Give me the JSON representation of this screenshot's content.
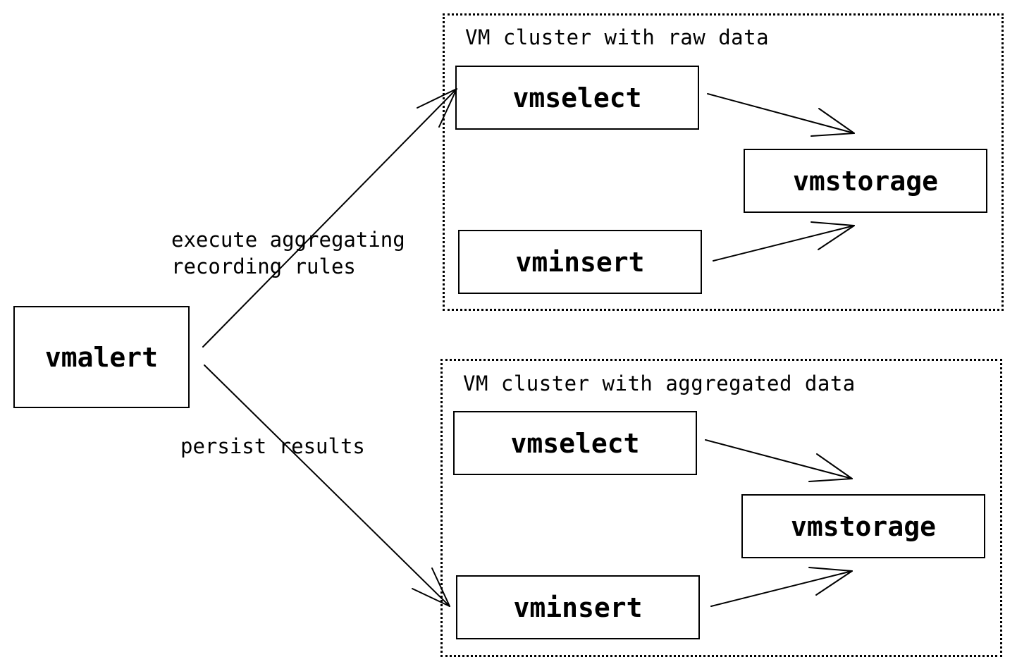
{
  "clusters": {
    "raw": {
      "title": "VM cluster with raw data",
      "vmselect": "vmselect",
      "vmstorage": "vmstorage",
      "vminsert": "vminsert"
    },
    "aggregated": {
      "title": "VM cluster with aggregated data",
      "vmselect": "vmselect",
      "vmstorage": "vmstorage",
      "vminsert": "vminsert"
    }
  },
  "vmalert": {
    "label": "vmalert"
  },
  "edges": {
    "execute_line1": "execute aggregating",
    "execute_line2": "recording rules",
    "persist": "persist results"
  },
  "colors": {
    "stroke": "#000000",
    "background": "#ffffff"
  }
}
